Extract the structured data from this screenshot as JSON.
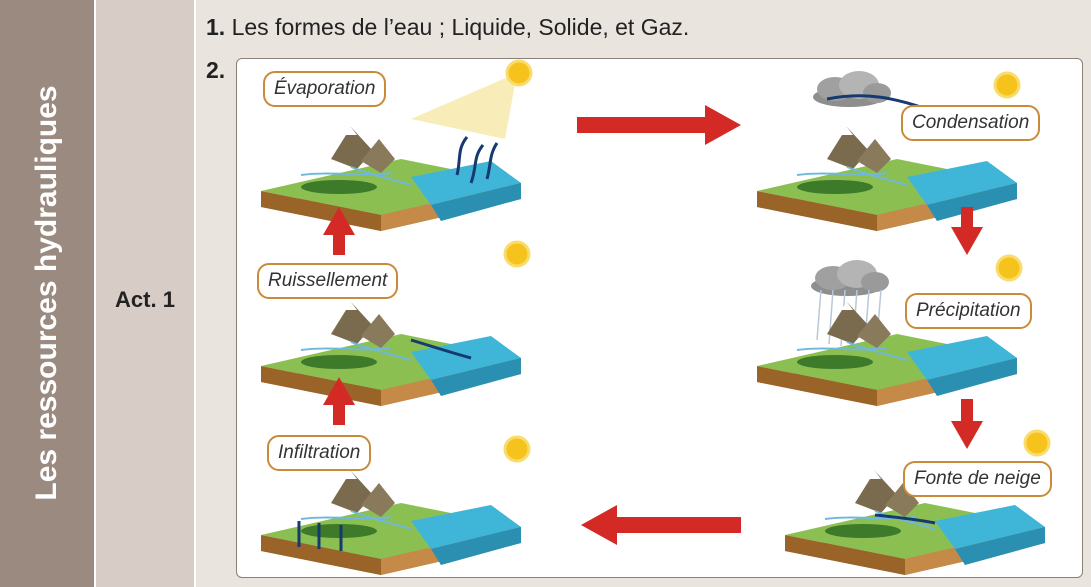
{
  "sidebar": {
    "title": "Les ressources hydrauliques"
  },
  "activity": {
    "label": "Act. 1"
  },
  "question1": {
    "number": "1.",
    "text": "Les formes de l’eau ; Liquide, Solide, et Gaz."
  },
  "question2": {
    "number": "2."
  },
  "cycle": {
    "stages": [
      {
        "label": "Évaporation"
      },
      {
        "label": "Condensation"
      },
      {
        "label": "Précipitation"
      },
      {
        "label": "Fonte de neige"
      },
      {
        "label": "Infiltration"
      },
      {
        "label": "Ruissellement"
      }
    ]
  },
  "colors": {
    "sidebar": "#9a8a80",
    "activity_column": "#d8cdc6",
    "content_background": "#eae4df",
    "label_border": "#c98a3a",
    "arrow": "#d42a26",
    "grass": "#8cbf52",
    "water": "#3fb5d8",
    "soil": "#b57a3c",
    "sun": "#f6c21c"
  }
}
